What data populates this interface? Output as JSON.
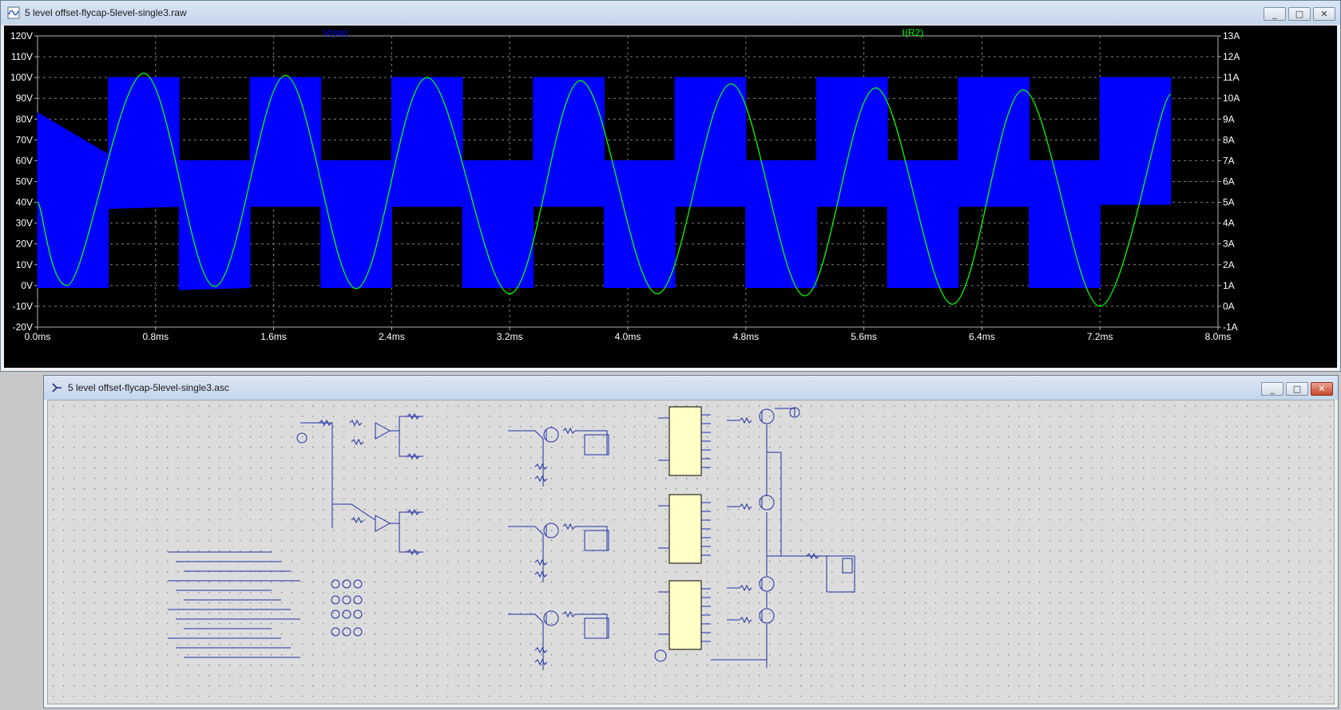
{
  "waveform_window": {
    "title": "5 level offset-flycap-5level-single3.raw",
    "buttons": {
      "minimize": "_",
      "maximize": "□",
      "close": "✕"
    }
  },
  "schematic_window": {
    "title": "5 level offset-flycap-5level-single3.asc",
    "buttons": {
      "minimize": "_",
      "maximize": "□",
      "close": "✕"
    }
  },
  "chart_data": {
    "type": "line",
    "series": [
      {
        "name": "V(sw)",
        "color": "#0000ff",
        "axis": "left",
        "x": [
          0.0,
          0.48,
          0.48,
          0.96,
          0.96,
          1.44,
          1.44,
          1.92,
          1.92,
          2.4,
          2.4,
          2.88,
          2.88,
          3.36,
          3.36,
          3.84,
          3.84,
          4.32,
          4.32,
          4.8,
          4.8,
          5.28,
          5.28,
          5.76,
          5.76,
          6.24,
          6.24,
          6.72,
          6.72,
          7.2,
          7.2,
          7.68
        ],
        "upper": [
          83,
          63,
          100,
          100,
          60,
          60,
          100,
          100,
          60,
          60,
          100,
          100,
          60,
          60,
          100,
          100,
          60,
          60,
          100,
          100,
          60,
          60,
          100,
          100,
          60,
          60,
          100,
          100,
          60,
          60,
          100,
          100
        ],
        "lower": [
          -1,
          -1,
          37,
          38,
          -2,
          -1,
          38,
          38,
          -1,
          -1,
          38,
          38,
          -1,
          -1,
          38,
          38,
          -1,
          -1,
          38,
          38,
          -1,
          -1,
          38,
          38,
          -1,
          -1,
          38,
          38,
          -1,
          -1,
          39,
          39
        ]
      },
      {
        "name": "I(R2)",
        "color": "#00ff00",
        "axis": "right",
        "x": [
          0.0,
          0.2,
          0.72,
          1.2,
          1.68,
          2.16,
          2.64,
          3.2,
          3.68,
          4.2,
          4.7,
          5.2,
          5.68,
          6.2,
          6.68,
          7.2,
          7.68
        ],
        "values": [
          5.0,
          1.0,
          11.2,
          0.95,
          11.1,
          0.85,
          11.0,
          0.6,
          10.85,
          0.6,
          10.7,
          0.5,
          10.5,
          0.1,
          10.4,
          0.0,
          10.2
        ]
      }
    ],
    "xlabel": "",
    "x_ticks": [
      "0.0ms",
      "0.8ms",
      "1.6ms",
      "2.4ms",
      "3.2ms",
      "4.0ms",
      "4.8ms",
      "5.6ms",
      "6.4ms",
      "7.2ms",
      "8.0ms"
    ],
    "xlim": [
      0,
      8
    ],
    "y_left_ticks": [
      "120V",
      "110V",
      "100V",
      "90V",
      "80V",
      "70V",
      "60V",
      "50V",
      "40V",
      "30V",
      "20V",
      "10V",
      "0V",
      "-10V",
      "-20V"
    ],
    "ylim_left": [
      -20,
      120
    ],
    "y_right_ticks": [
      "13A",
      "12A",
      "11A",
      "10A",
      "9A",
      "8A",
      "7A",
      "6A",
      "5A",
      "4A",
      "3A",
      "2A",
      "1A",
      "0A",
      "-1A"
    ],
    "ylim_right": [
      -1,
      13
    ],
    "grid": true,
    "background": "#000000"
  },
  "colors": {
    "trace_v": "#0000ff",
    "trace_i": "#00ff00",
    "grid": "#808080",
    "axis_text": "#ffffff",
    "schematic_wire": "#1f2f9f",
    "component_fill": "#ffffc8"
  }
}
